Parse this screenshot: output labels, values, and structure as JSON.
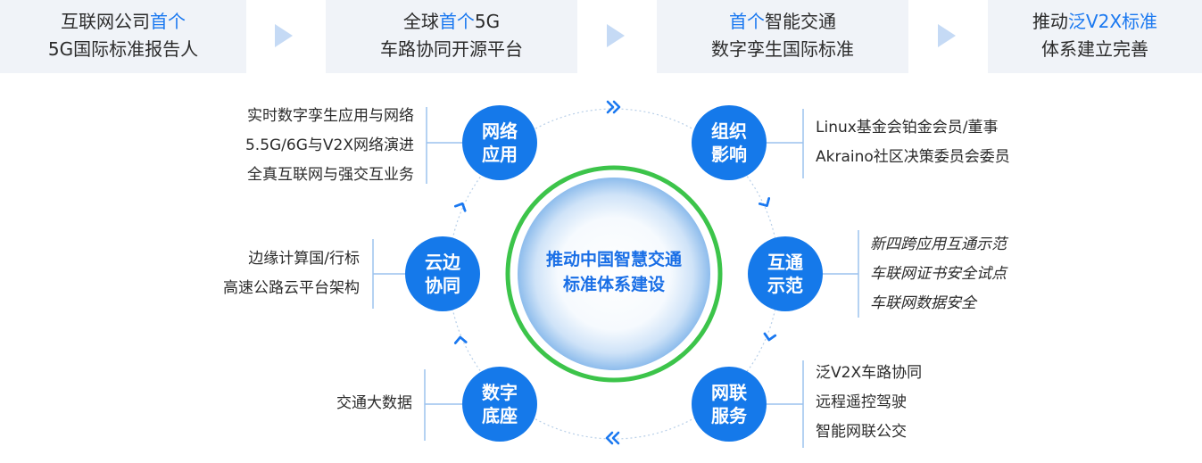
{
  "top_steps": [
    {
      "line1_pre": "互联网公司",
      "line1_hl": "首个",
      "line1_post": "",
      "line2": "5G国际标准报告人"
    },
    {
      "line1_pre": "全球",
      "line1_hl": "首个",
      "line1_post": "5G",
      "line2": "车路协同开源平台"
    },
    {
      "line1_pre": "",
      "line1_hl": "首个",
      "line1_post": "智能交通",
      "line2": "数字孪生国际标准"
    },
    {
      "line1_pre": "推动",
      "line1_hl": "泛V2X标准",
      "line1_post": "",
      "line2": "体系建立完善"
    }
  ],
  "center": {
    "line1": "推动中国智慧交通",
    "line2": "标准体系建设"
  },
  "nodes": {
    "network_app": {
      "line1": "网络",
      "line2": "应用",
      "items": [
        "实时数字孪生应用与网络",
        "5.5G/6G与V2X网络演进",
        "全真互联网与强交互业务"
      ]
    },
    "org_influence": {
      "line1": "组织",
      "line2": "影响",
      "items": [
        "Linux基金会铂金会员/董事",
        "Akraino社区决策委员会委员"
      ]
    },
    "cloud_edge": {
      "line1": "云边",
      "line2": "协同",
      "items": [
        "边缘计算国/行标",
        "高速公路云平台架构"
      ]
    },
    "interop": {
      "line1": "互通",
      "line2": "示范",
      "items": [
        "新四跨应用互通示范",
        "车联网证书安全试点",
        "车联网数据安全"
      ]
    },
    "digital_base": {
      "line1": "数字",
      "line2": "底座",
      "items": [
        "交通大数据"
      ]
    },
    "iov_service": {
      "line1": "网联",
      "line2": "服务",
      "items": [
        "泛V2X车路协同",
        "远程遥控驾驶",
        "智能网联公交"
      ]
    }
  },
  "colors": {
    "accent": "#1a78f0",
    "node": "#1579ea",
    "ring": "#3cc44a",
    "topbox": "#f0f3f8",
    "connector": "#9cc2ee"
  }
}
